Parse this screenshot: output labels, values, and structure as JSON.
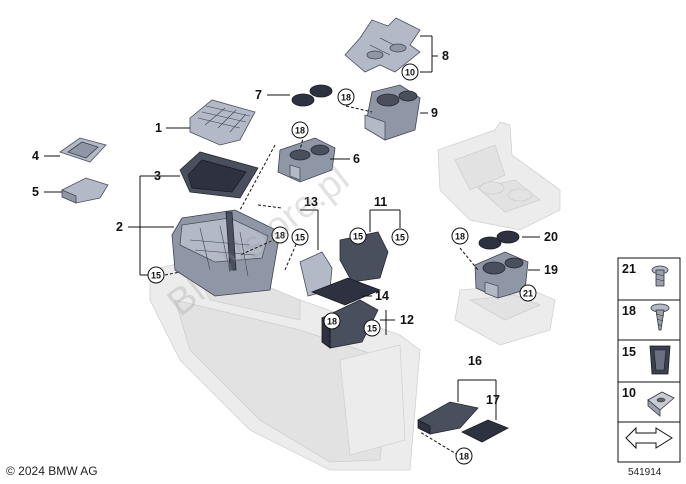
{
  "diagram": {
    "callouts": [
      "1",
      "2",
      "3",
      "4",
      "5",
      "6",
      "7",
      "8",
      "9",
      "11",
      "12",
      "13",
      "14",
      "16",
      "17",
      "19",
      "20"
    ],
    "circle_callouts": [
      "10",
      "15",
      "18",
      "21"
    ],
    "watermark": "BMWstore.pl"
  },
  "legend": {
    "items": [
      {
        "num": "21",
        "icon": "rivet-nut-icon"
      },
      {
        "num": "18",
        "icon": "tapping-screw-icon"
      },
      {
        "num": "15",
        "icon": "spring-clip-icon"
      },
      {
        "num": "10",
        "icon": "clip-nut-icon"
      }
    ],
    "arrow_icon": "orientation-arrow-icon"
  },
  "footer": {
    "copyright": "© 2024 BMW AG",
    "doc_number": "541914"
  }
}
